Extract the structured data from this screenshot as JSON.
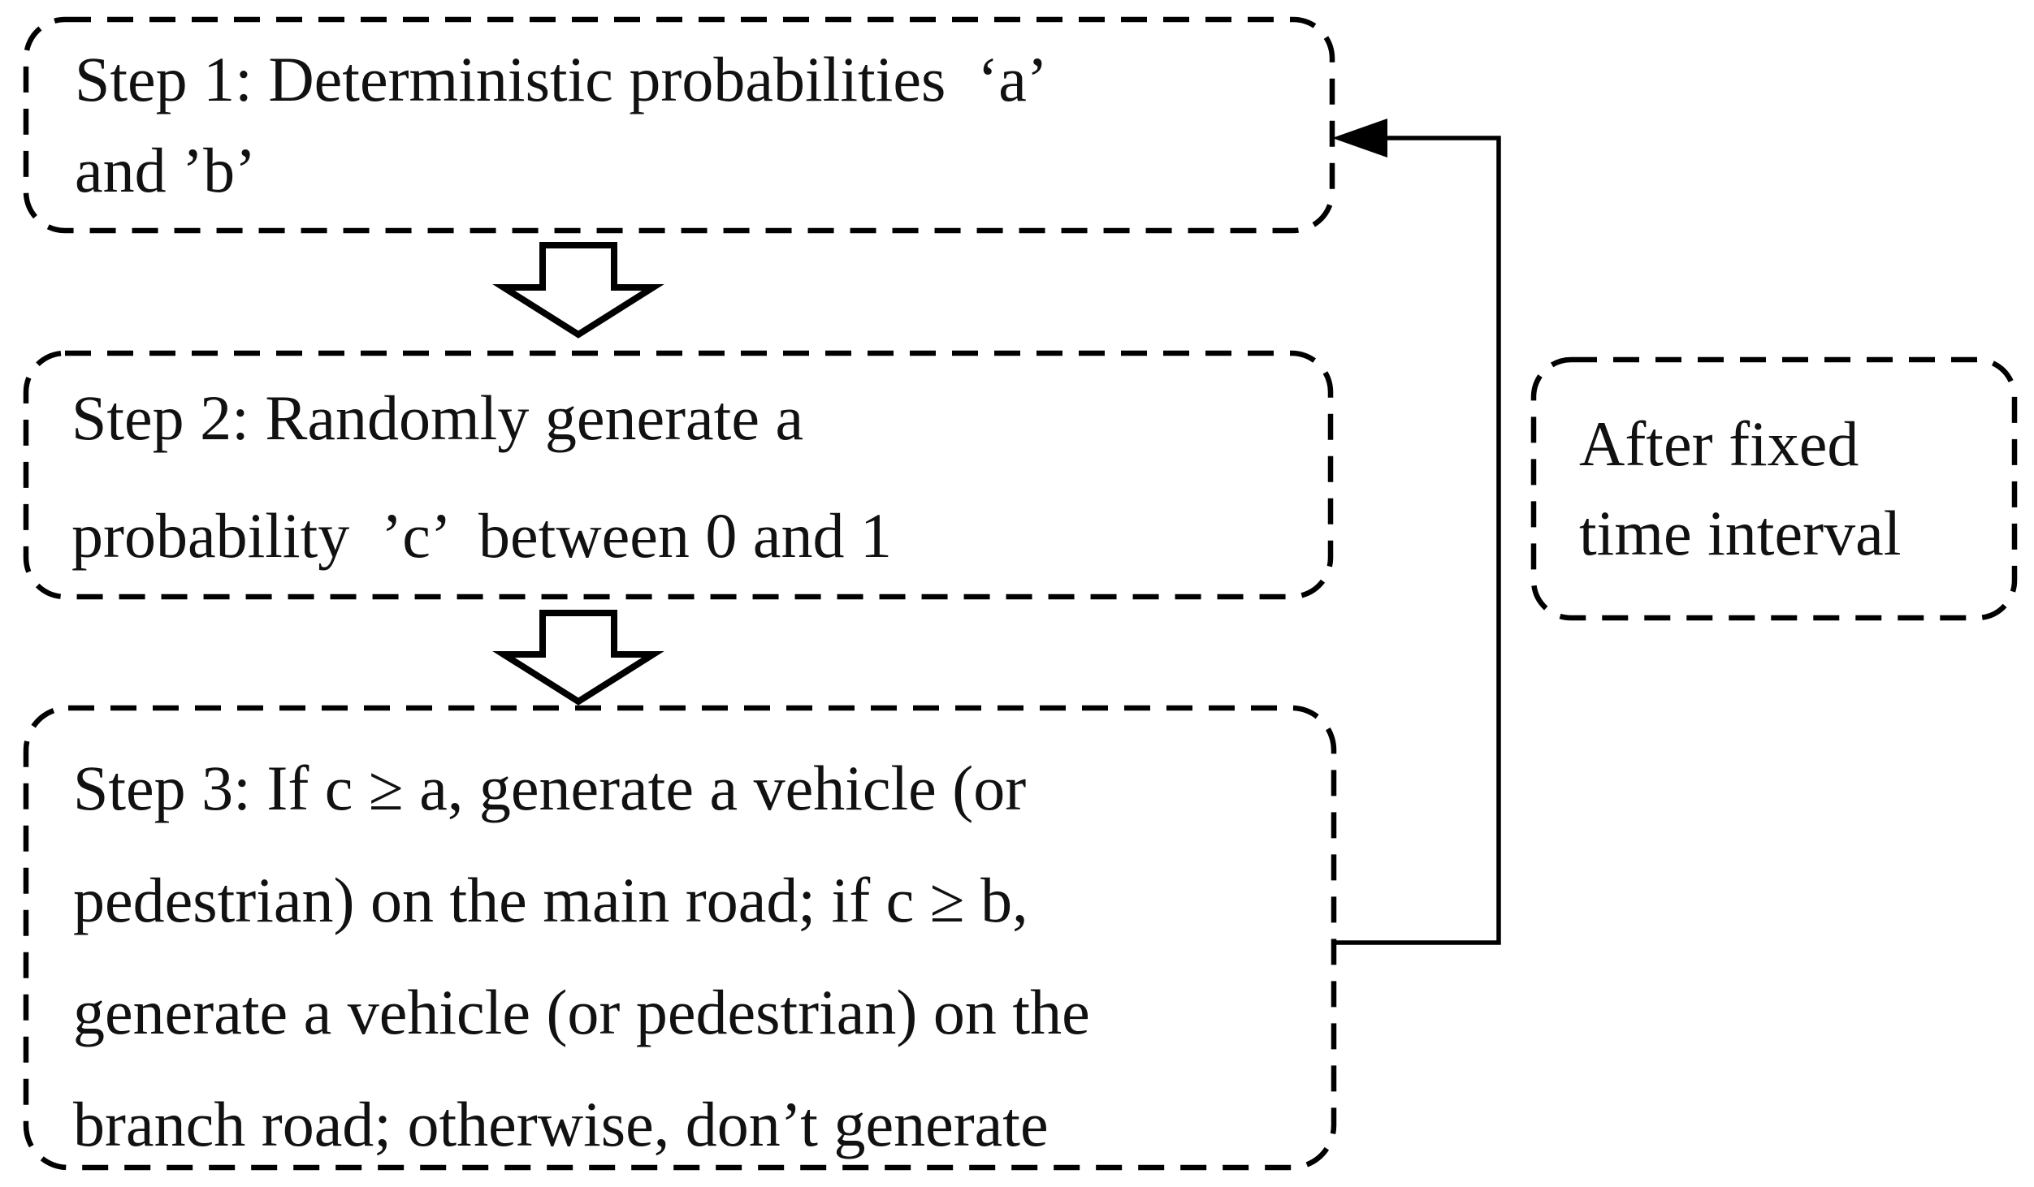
{
  "diagram": {
    "background_color": "#ffffff",
    "line_color": "#000000",
    "text_color": "#111111",
    "boxes": {
      "step1": {
        "lines": [
          "Step 1: Deterministic probabilities  ‘a’",
          "and ’b’"
        ]
      },
      "step2": {
        "lines": [
          "Step 2: Randomly generate a",
          "probability  ’c’  between 0 and 1"
        ]
      },
      "step3": {
        "lines": [
          "Step 3: If c ≥ a, generate a vehicle (or",
          "pedestrian) on the main road; if c ≥ b,",
          "generate a vehicle (or pedestrian) on the",
          "branch road; otherwise, don’t generate"
        ]
      },
      "loop_label": {
        "lines": [
          "After fixed",
          "time interval"
        ]
      }
    }
  }
}
